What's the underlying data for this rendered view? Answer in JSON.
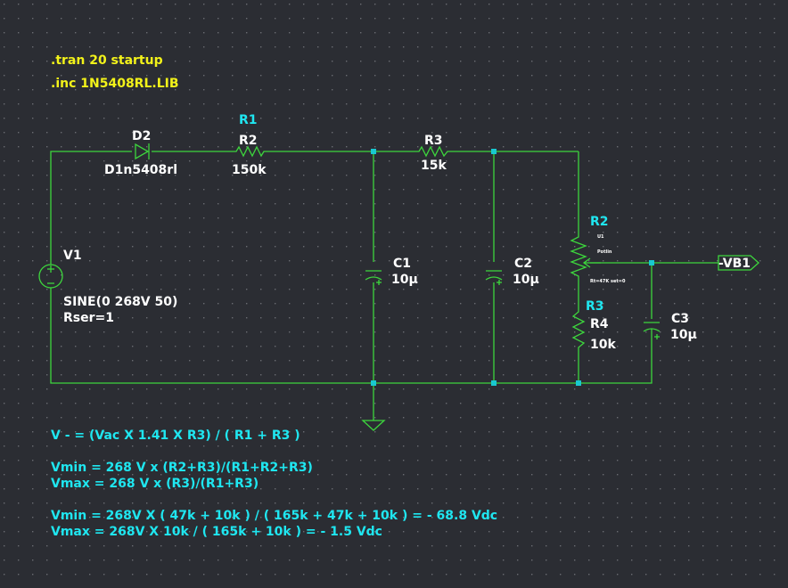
{
  "directives": {
    "tran": ".tran 20 startup",
    "inc": ".inc 1N5408RL.LIB"
  },
  "components": {
    "d2": {
      "name": "D2",
      "value": "D1n5408rl"
    },
    "r_top": {
      "inst": "R1",
      "name": "R2",
      "value": "150k"
    },
    "r3": {
      "name": "R3",
      "value": "15k"
    },
    "v1": {
      "name": "V1",
      "value_line1": "SINE(0 268V 50)",
      "value_line2": "Rser=1"
    },
    "c1": {
      "name": "C1",
      "value": "10µ"
    },
    "c2": {
      "name": "C2",
      "value": "10µ"
    },
    "c3": {
      "name": "C3",
      "value": "10µ"
    },
    "pot": {
      "inst": "R2",
      "label_u1": "U1",
      "label_potlin": "Potlin",
      "label_param": "Rt=47K set=0"
    },
    "r4": {
      "inst": "R3",
      "name": "R4",
      "value": "10k"
    },
    "vb1": {
      "label": "-VB1"
    }
  },
  "notes": {
    "line1": "V - = (Vac X 1.41 X R3) / ( R1 + R3 )",
    "line2": "Vmin = 268 V x (R2+R3)/(R1+R2+R3)",
    "line3": "Vmax = 268 V x (R3)/(R1+R3)",
    "line4": "Vmin = 268V X ( 47k + 10k ) / ( 165k + 47k + 10k ) = - 68.8 Vdc",
    "line5": "Vmax = 268V X 10k / ( 165k + 10k ) = - 1.5 Vdc"
  },
  "colors": {
    "background": "#2b2d33",
    "wire": "#3dd63d",
    "junction": "#19c8d0",
    "directive_text": "#f2f21a",
    "comment_text": "#1fe6f0",
    "label_text": "#ffffff",
    "inst_text": "#1fe6f0",
    "grid_dot": "#6a6c72"
  }
}
